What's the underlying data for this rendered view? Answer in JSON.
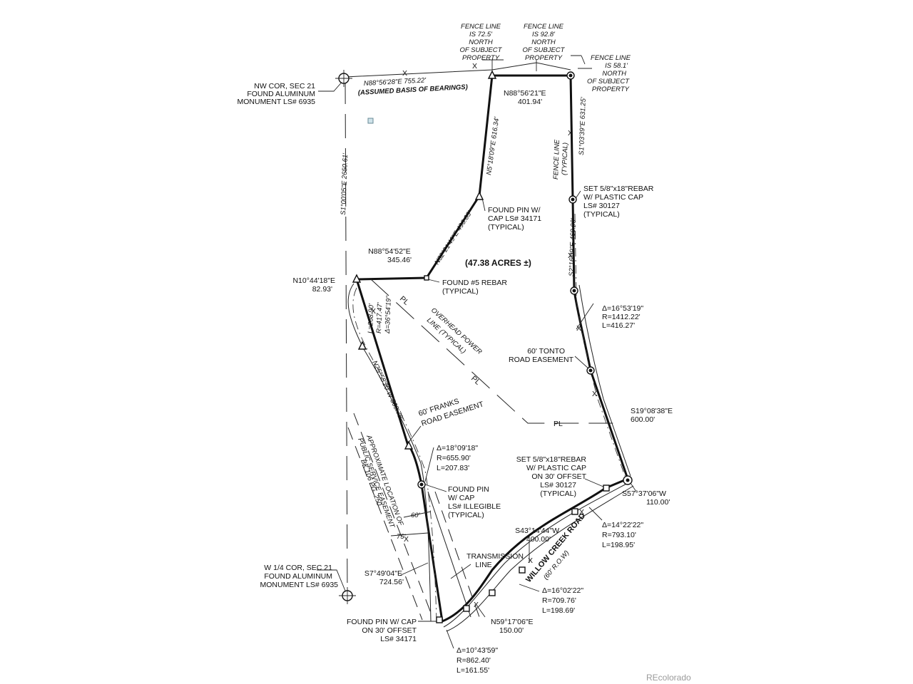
{
  "labels": {
    "fence_a": [
      "FENCE LINE",
      "IS 72.5'",
      "NORTH",
      "OF SUBJECT",
      "PROPERTY"
    ],
    "fence_b": [
      "FENCE LINE",
      "IS 92.8'",
      "NORTH",
      "OF SUBJECT",
      "PROPERTY"
    ],
    "fence_c": [
      "FENCE LINE",
      "IS 58.1'",
      "NORTH",
      "OF SUBJECT",
      "PROPERTY"
    ],
    "nw_corner": [
      "NW COR, SEC 21",
      "FOUND ALUMINUM",
      "MONUMENT LS# 6935"
    ],
    "north_bearing": "N88°56'28\"E 755.22'",
    "basis": "(ASSUMED BASIS OF BEARINGS)",
    "north_short": [
      "N88°56'21\"E",
      "401.94'"
    ],
    "east_top": "S1°03'39\"E 631.25'",
    "fence_typ": [
      "FENCE LINE",
      "(TYPICAL)"
    ],
    "west_line": "S1°00'05\"E 2650.61'",
    "nnw_line": "N5°18'09\"E 616.34'",
    "set_rebar_1": [
      "SET 5/8\"x18\"REBAR",
      "W/ PLASTIC CAP",
      "LS# 30127",
      "(TYPICAL)"
    ],
    "found_pin_1": [
      "FOUND PIN W/",
      "CAP LS# 34171",
      "(TYPICAL)"
    ],
    "diag_line": "N32°21'49\"E 496.03'",
    "acres": "(47.38 ACRES ±)",
    "east_mid": "S2°16'09\"E 460.00'",
    "short_west": [
      "N88°54'52\"E",
      "345.46'"
    ],
    "found_rebar": [
      "FOUND #5 REBAR",
      "(TYPICAL)"
    ],
    "nw_small": [
      "N10°44'18\"E",
      "82.93'"
    ],
    "curve_1": [
      "L=268.90'",
      "R=417.47'",
      "Δ=36°54'19\""
    ],
    "power_line": [
      "OVERHEAD POWER",
      "LINE (TYPICAL)"
    ],
    "curve_east": [
      "Δ=16°53'19\"",
      "R=1412.22'",
      "L=416.27'"
    ],
    "tonto": [
      "60' TONTO",
      "ROAD EASEMENT"
    ],
    "sw_line": "N25°58'20\"W 560.78'",
    "franks": [
      "60' FRANKS",
      "ROAD EASEMENT"
    ],
    "se_line": [
      "S19°08'38\"E",
      "600.00'"
    ],
    "curve_2": [
      "Δ=18°09'18\"",
      "R=655.90'",
      "L=207.83'"
    ],
    "pse": [
      "APPROXIMATE LOCATION OF",
      "PUBLIC SERVICE EASEMENT",
      "BK 106 PG. 250"
    ],
    "set_rebar_2": [
      "SET 5/8\"x18\"REBAR",
      "W/ PLASTIC CAP",
      "ON 30' OFFSET",
      "LS# 30127",
      "(TYPICAL)"
    ],
    "found_pin_2": [
      "FOUND PIN",
      "W/ CAP",
      "LS# ILLEGIBLE",
      "(TYPICAL)"
    ],
    "se_short": [
      "S57°37'06\"W",
      "110.00'"
    ],
    "dim_60": "60'",
    "dim_75": "75'",
    "curve_3": [
      "Δ=14°22'22\"",
      "R=793.10'",
      "L=198.95'"
    ],
    "s43": [
      "S43°14'44\"W",
      "400.00'"
    ],
    "transmission": [
      "TRANSMISSION",
      "LINE"
    ],
    "willow": [
      "WILLOW CREEK ROAD",
      "(60' R.O.W)"
    ],
    "w_quarter": [
      "W 1/4 COR, SEC 21",
      "FOUND ALUMINUM",
      "MONUMENT LS# 6935"
    ],
    "s7_line": [
      "S7°49'04\"E",
      "724.56'"
    ],
    "curve_4": [
      "Δ=16°02'22\"",
      "R=709.76'",
      "L=198.69'"
    ],
    "found_pin_3": [
      "FOUND PIN W/ CAP",
      "ON 30' OFFSET",
      "LS# 34171"
    ],
    "n59": [
      "N59°17'06\"E",
      "150.00'"
    ],
    "curve_5": [
      "Δ=10°43'59\"",
      "R=862.40'",
      "L=161.55'"
    ],
    "pl": "PL",
    "x_mark": "X",
    "watermark": "REcolorado"
  }
}
